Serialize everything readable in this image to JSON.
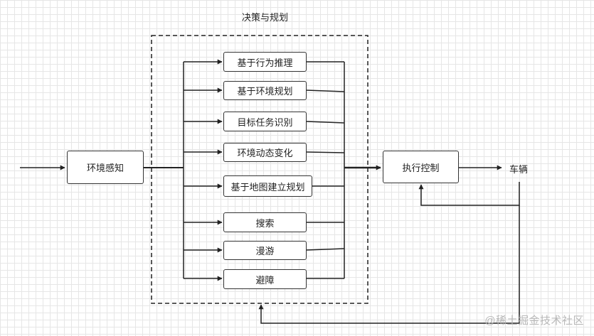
{
  "title": "决策与规划",
  "nodes": {
    "perception": "环境感知",
    "behavior_reasoning": "基于行为推理",
    "env_planning": "基于环境规划",
    "target_recognition": "目标任务识别",
    "env_change": "环境动态变化",
    "map_planning": "基于地图建立规划",
    "search": "搜索",
    "roam": "漫游",
    "avoid": "避障",
    "control": "执行控制",
    "vehicle": "车辆"
  },
  "watermark": "@稀土掘金技术社区"
}
